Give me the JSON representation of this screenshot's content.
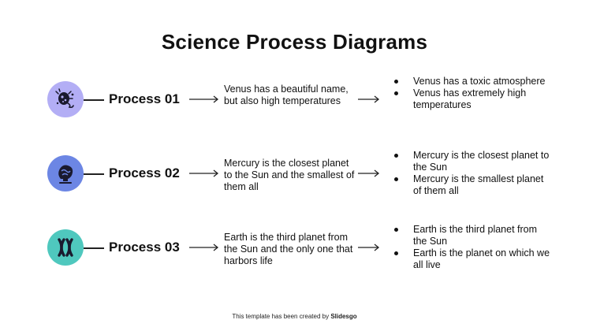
{
  "title": "Science Process Diagrams",
  "colors": {
    "circle_1": "#b3aef5",
    "circle_2": "#6c86e4",
    "circle_3": "#4fc8be"
  },
  "processes": [
    {
      "label": "Process 01",
      "icon": "bacteria-icon",
      "description": "Venus has a beautiful name, but also high temperatures",
      "bullets": [
        "Venus has a toxic atmosphere",
        "Venus has extremely high temperatures"
      ]
    },
    {
      "label": "Process 02",
      "icon": "brain-flask-icon",
      "description": "Mercury is the closest planet to the Sun and the smallest of them all",
      "bullets": [
        "Mercury is the closest planet to the Sun",
        "Mercury is the smallest planet of them all"
      ]
    },
    {
      "label": "Process 03",
      "icon": "chromosome-icon",
      "description": "Earth is the third planet from the Sun and the only one that harbors life",
      "bullets": [
        "Earth is the third planet from the Sun",
        "Earth is the planet on which we all live"
      ]
    }
  ],
  "footer": {
    "prefix": "This template has been created by ",
    "brand": "Slidesgo"
  }
}
